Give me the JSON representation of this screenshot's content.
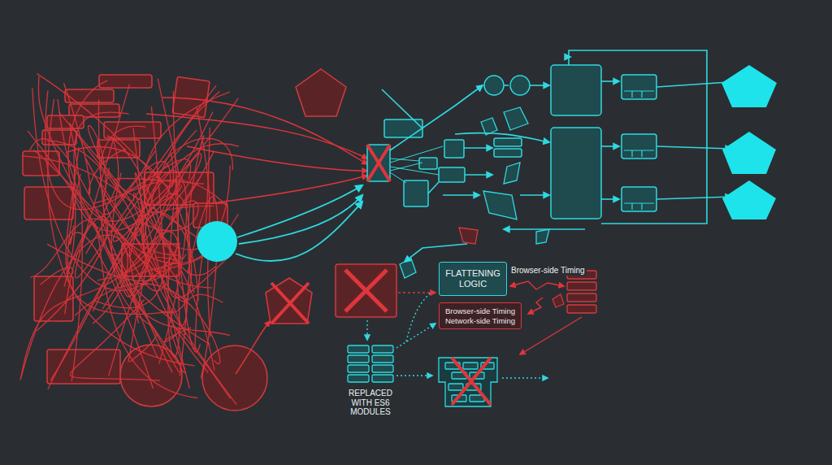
{
  "diagram": {
    "nodes": [
      {
        "text": [
          "FLATTENING LOGIC"
        ]
      },
      {
        "text": [
          "Browser-side Timing",
          "Network-side Timing"
        ]
      }
    ],
    "labels": [
      "Browser-side Timing",
      "REPLACED WITH ES6 MODULES"
    ]
  }
}
